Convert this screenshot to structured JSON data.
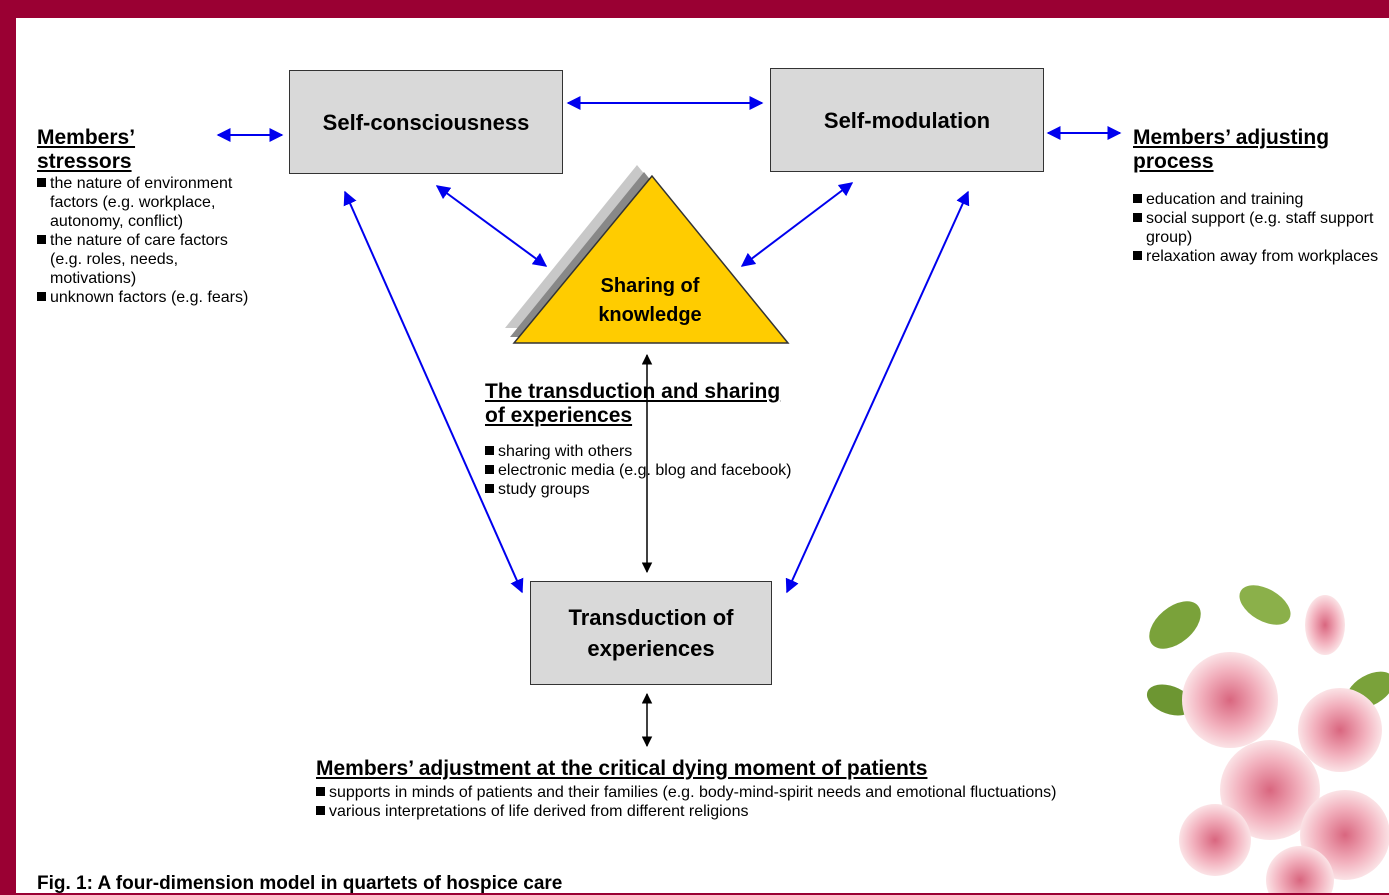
{
  "nodes": {
    "self_consciousness": "Self-consciousness",
    "self_modulation": "Self-modulation",
    "sharing_line1": "Sharing of",
    "sharing_line2": "knowledge",
    "transduction_line1": "Transduction of",
    "transduction_line2": "experiences"
  },
  "stressors": {
    "heading_line1": "Members’",
    "heading_line2": "stressors",
    "items": [
      "the nature of environment factors (e.g. workplace, autonomy, conflict)",
      "the nature of care factors (e.g. roles, needs, motivations)",
      "unknown factors (e.g. fears)"
    ]
  },
  "adjusting": {
    "heading_line1": "Members’ adjusting",
    "heading_line2": "process",
    "items": [
      "education and training",
      "social support (e.g. staff support group)",
      "relaxation away from workplaces"
    ]
  },
  "transduction_sharing": {
    "heading_line1": "The transduction and sharing",
    "heading_line2": "of experiences",
    "items": [
      "sharing with others",
      "electronic media (e.g. blog and facebook)",
      "study groups"
    ]
  },
  "dying_moment": {
    "heading": "Members’ adjustment at the critical dying moment of patients",
    "items": [
      "supports in minds of patients and their families (e.g. body-mind-spirit needs and emotional fluctuations)",
      "various interpretations of life derived from different religions"
    ]
  },
  "caption": "Fig. 1: A four-dimension model in quartets of hospice care",
  "colors": {
    "frame": "#9a0033",
    "arrow_blue": "#0000ee",
    "triangle": "#ffcc00",
    "box_fill": "#d9d9d9"
  },
  "decoration": "rose-bouquet-image"
}
